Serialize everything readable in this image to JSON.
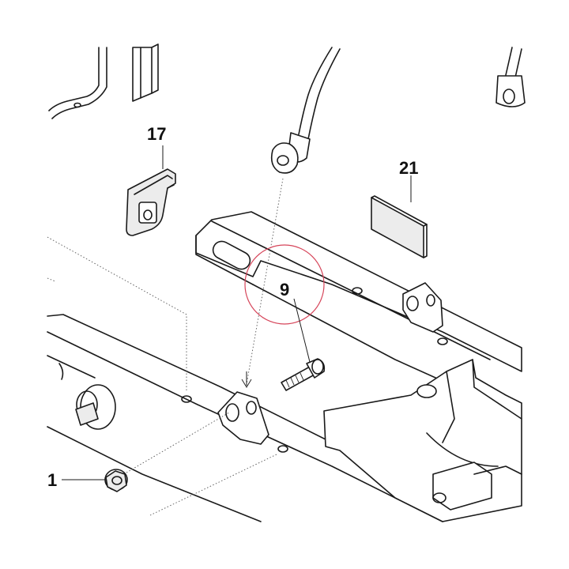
{
  "labels": {
    "part_1": "1",
    "part_9": "9",
    "part_17": "17",
    "part_21": "21"
  },
  "colors": {
    "line": "#1a1a1a",
    "highlight_circle": "#d6455a",
    "background": "#ffffff"
  }
}
